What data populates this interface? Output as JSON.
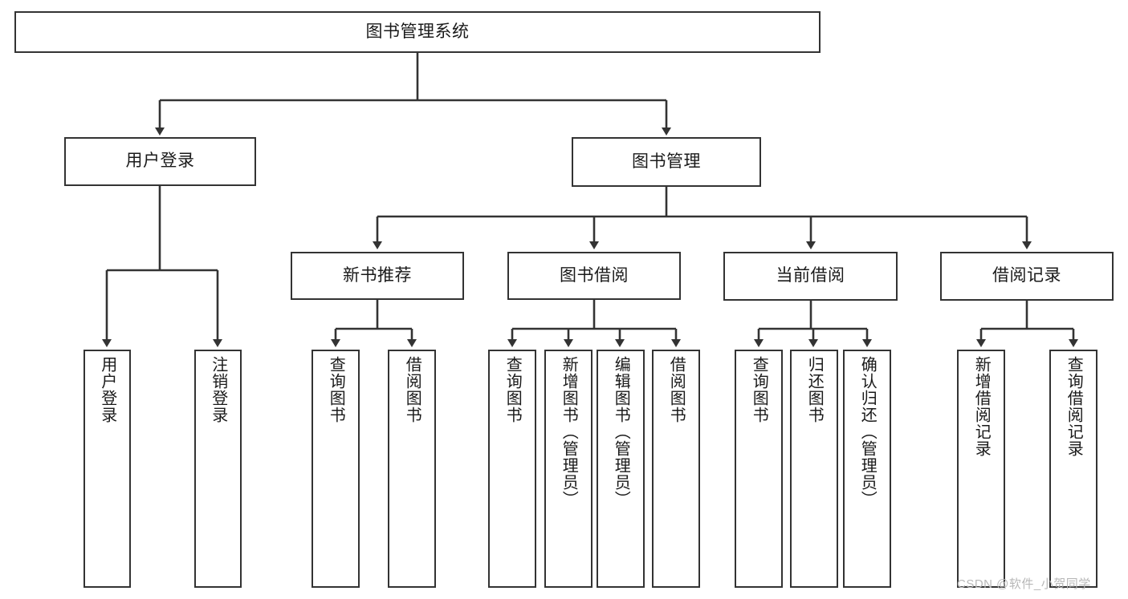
{
  "diagram": {
    "type": "tree",
    "title": "图书管理系统",
    "orientation": "top-down",
    "colors": {
      "box_border": "#333333",
      "box_fill": "#ffffff",
      "connector": "#333333",
      "text": "#1a1a1a",
      "watermark": "#b8b8b8"
    },
    "nodes": {
      "root": {
        "label": "图书管理系统"
      },
      "level1": [
        {
          "id": "user-login",
          "label": "用户登录"
        },
        {
          "id": "book-manage",
          "label": "图书管理"
        }
      ],
      "level2": [
        {
          "id": "new-book-recommend",
          "label": "新书推荐"
        },
        {
          "id": "book-borrow",
          "label": "图书借阅"
        },
        {
          "id": "current-borrow",
          "label": "当前借阅"
        },
        {
          "id": "borrow-record",
          "label": "借阅记录"
        }
      ],
      "leaves": [
        {
          "id": "leaf-user-login",
          "label": "用户登录",
          "parent": "user-login"
        },
        {
          "id": "leaf-logout",
          "label": "注销登录",
          "parent": "user-login"
        },
        {
          "id": "leaf-query-book-1",
          "label": "查询图书",
          "parent": "new-book-recommend"
        },
        {
          "id": "leaf-borrow-book-1",
          "label": "借阅图书",
          "parent": "new-book-recommend"
        },
        {
          "id": "leaf-query-book-2",
          "label": "查询图书",
          "parent": "book-borrow"
        },
        {
          "id": "leaf-add-book",
          "label": "新增图书（管理员）",
          "parent": "book-borrow"
        },
        {
          "id": "leaf-edit-book",
          "label": "编辑图书（管理员）",
          "parent": "book-borrow"
        },
        {
          "id": "leaf-borrow-book-2",
          "label": "借阅图书",
          "parent": "book-borrow"
        },
        {
          "id": "leaf-query-book-3",
          "label": "查询图书",
          "parent": "current-borrow"
        },
        {
          "id": "leaf-return-book",
          "label": "归还图书",
          "parent": "current-borrow"
        },
        {
          "id": "leaf-confirm-return",
          "label": "确认归还（管理员）",
          "parent": "current-borrow"
        },
        {
          "id": "leaf-add-record",
          "label": "新增借阅记录",
          "parent": "borrow-record"
        },
        {
          "id": "leaf-query-record",
          "label": "查询借阅记录",
          "parent": "borrow-record"
        }
      ]
    },
    "watermark": "CSDN @软件_小贺同学"
  }
}
